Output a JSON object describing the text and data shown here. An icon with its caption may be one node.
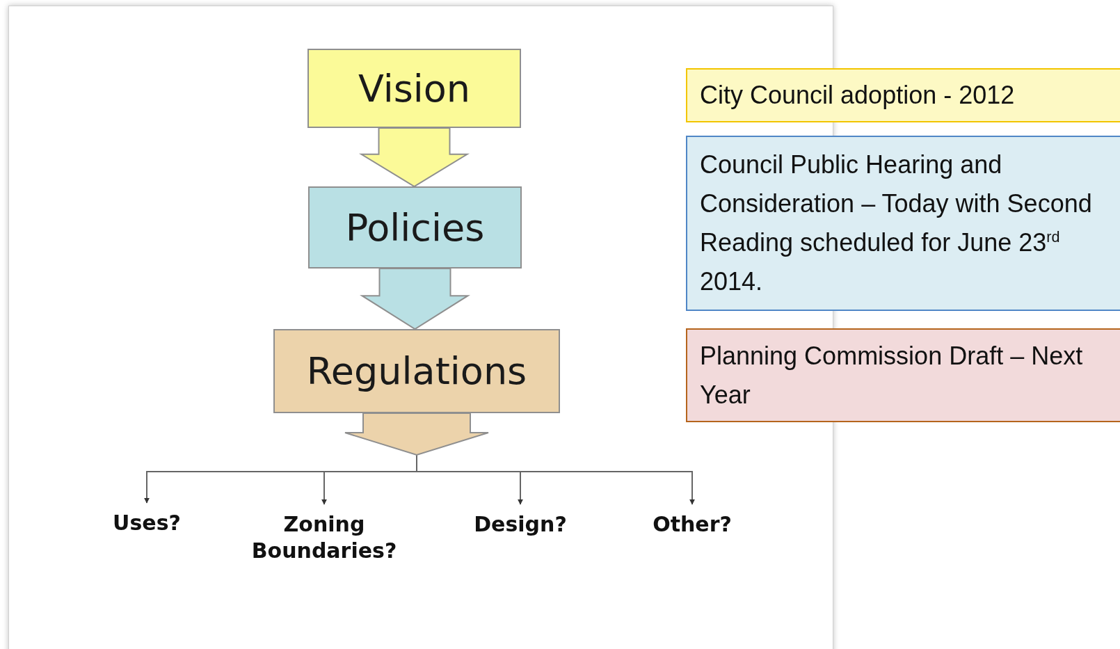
{
  "diagram": {
    "nodes": [
      {
        "text": [
          "Vision"
        ]
      },
      {
        "text": [
          "Policies"
        ]
      },
      {
        "text": [
          "Regulations"
        ]
      },
      {
        "text": [
          "Uses?"
        ]
      },
      {
        "text": [
          "Zoning Boundaries?"
        ]
      },
      {
        "text": [
          "Design?"
        ]
      },
      {
        "text": [
          "Other?"
        ]
      },
      {
        "text": [
          "City Council adoption - 2012"
        ]
      },
      {
        "text": [
          "Council Public Hearing and Consideration – Today with Second Reading scheduled for June 23$^{rd}$ 2014."
        ]
      },
      {
        "text": [
          "Planning Commission Draft – Next Year"
        ]
      }
    ],
    "edges": [
      {
        "from": 0,
        "to": 1,
        "arrow": "to"
      },
      {
        "from": 1,
        "to": 2,
        "arrow": "to"
      },
      {
        "from": 2,
        "to": 3,
        "arrow": "to"
      },
      {
        "from": 2,
        "to": 4,
        "arrow": "to"
      },
      {
        "from": 2,
        "to": 5,
        "arrow": "to"
      },
      {
        "from": 2,
        "to": 6,
        "arrow": "to"
      }
    ]
  }
}
